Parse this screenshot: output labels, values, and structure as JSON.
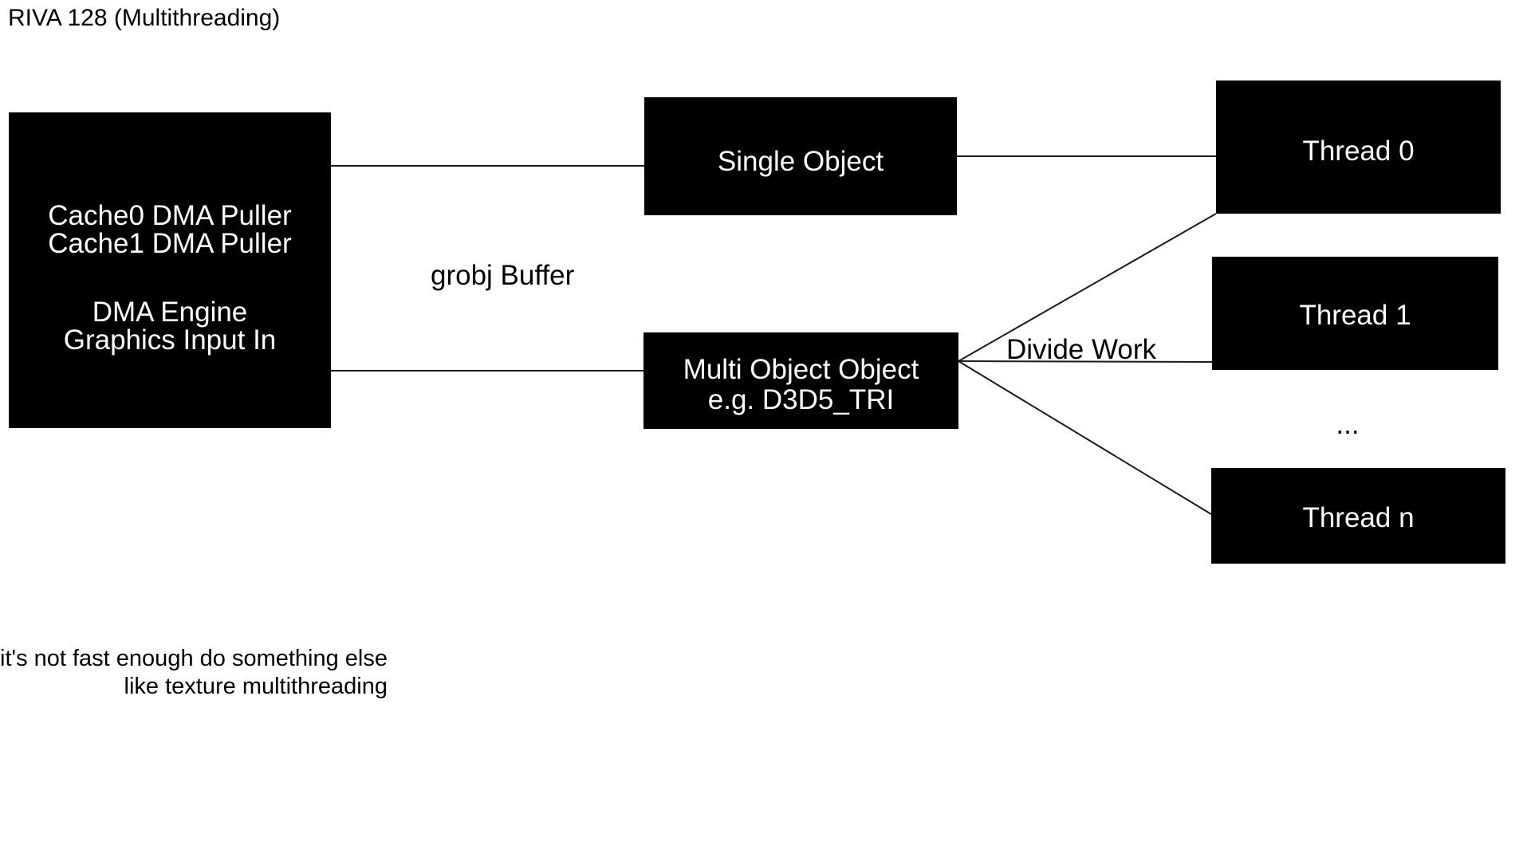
{
  "title": "RIVA 128 (Multithreading)",
  "colors": {
    "background": "#ffffff",
    "box_fill": "#000000",
    "box_text": "#ffffff",
    "line": "#1a1a1a",
    "text": "#000000"
  },
  "boxes": {
    "dma_engine": {
      "line1": "Cache0 DMA Puller",
      "line2": "Cache1 DMA Puller",
      "line3": "DMA Engine",
      "line4": "Graphics Input In"
    },
    "single_object": {
      "label": "Single Object"
    },
    "multi_object": {
      "line1": "Multi Object Object",
      "line2": "e.g. D3D5_TRI"
    },
    "thread_0": {
      "label": "Thread 0"
    },
    "thread_1": {
      "label": "Thread 1"
    },
    "thread_n": {
      "label": "Thread n"
    }
  },
  "labels": {
    "grobj_buffer": "grobj Buffer",
    "divide_work": "Divide Work",
    "ellipsis": "..."
  },
  "note": {
    "line1": "f it's not fast enough do something else",
    "line2": "like texture multithreading"
  }
}
